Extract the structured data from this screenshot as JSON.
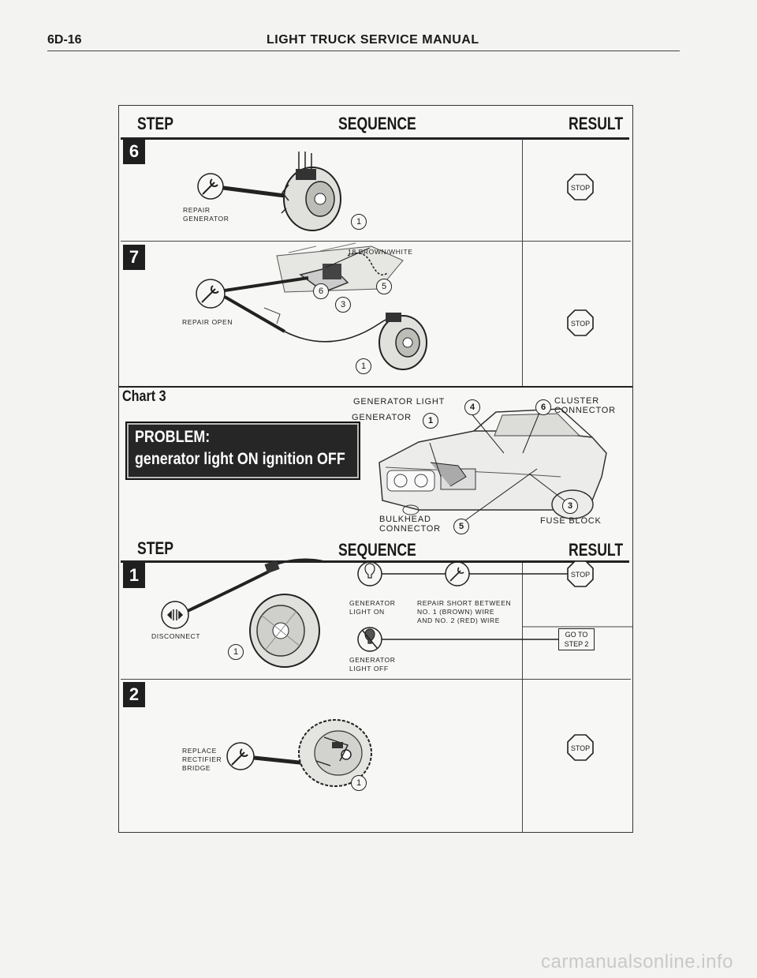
{
  "header": {
    "page_number": "6D-16",
    "manual_title": "LIGHT TRUCK SERVICE MANUAL"
  },
  "columns": {
    "step": "STEP",
    "sequence": "SEQUENCE",
    "result": "RESULT"
  },
  "stop_label": "STOP",
  "upper": {
    "step6": {
      "number": "6",
      "label_line1": "REPAIR",
      "label_line2": "GENERATOR",
      "callout": "1"
    },
    "step7": {
      "number": "7",
      "wire_label": "18 BROWN/WHITE",
      "label": "REPAIR OPEN",
      "callouts": [
        "6",
        "3",
        "5",
        "1"
      ]
    }
  },
  "chart": {
    "label": "Chart 3",
    "problem_label": "PROBLEM:",
    "problem_desc": "generator light ON ignition OFF",
    "diagram": {
      "generator_light": "GENERATOR LIGHT",
      "generator_light_num": "4",
      "generator": "GENERATOR",
      "generator_num": "1",
      "cluster_line1": "CLUSTER",
      "cluster_line2": "CONNECTOR",
      "cluster_num": "6",
      "bulkhead_line1": "BULKHEAD",
      "bulkhead_line2": "CONNECTOR",
      "bulkhead_num": "5",
      "fuse_block": "FUSE BLOCK",
      "fuse_num": "3"
    }
  },
  "lower": {
    "step1": {
      "number": "1",
      "disconnect": "DISCONNECT",
      "callout": "1",
      "light_on_line1": "GENERATOR",
      "light_on_line2": "LIGHT ON",
      "repair_line1": "REPAIR SHORT BETWEEN",
      "repair_line2": "NO. 1 (BROWN) WIRE",
      "repair_line3": "AND NO. 2 (RED) WIRE",
      "light_off_line1": "GENERATOR",
      "light_off_line2": "LIGHT OFF",
      "goto_line1": "GO TO",
      "goto_line2": "STEP 2"
    },
    "step2": {
      "number": "2",
      "label_line1": "REPLACE",
      "label_line2": "RECTIFIER",
      "label_line3": "BRIDGE",
      "callout": "1"
    }
  },
  "watermark": "carmanualsonline.info"
}
